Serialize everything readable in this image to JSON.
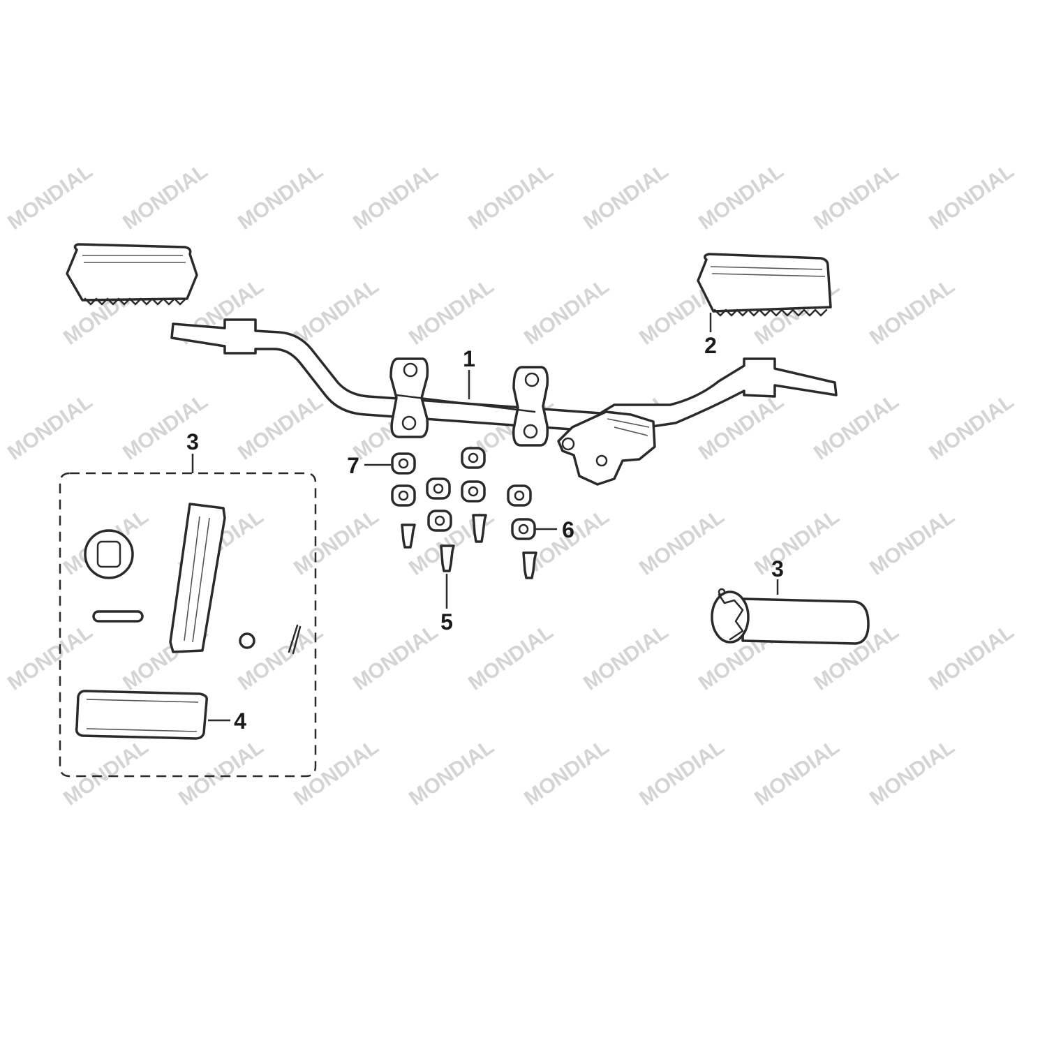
{
  "watermark": "MONDIAL",
  "callouts": {
    "c1": "1",
    "c2": "2",
    "c3_kit": "3",
    "c3_grip": "3",
    "c4": "4",
    "c5": "5",
    "c6": "6",
    "c7": "7"
  },
  "colors": {
    "line": "#2a2a2a",
    "watermark": "#d4d4d4",
    "background": "#ffffff"
  }
}
